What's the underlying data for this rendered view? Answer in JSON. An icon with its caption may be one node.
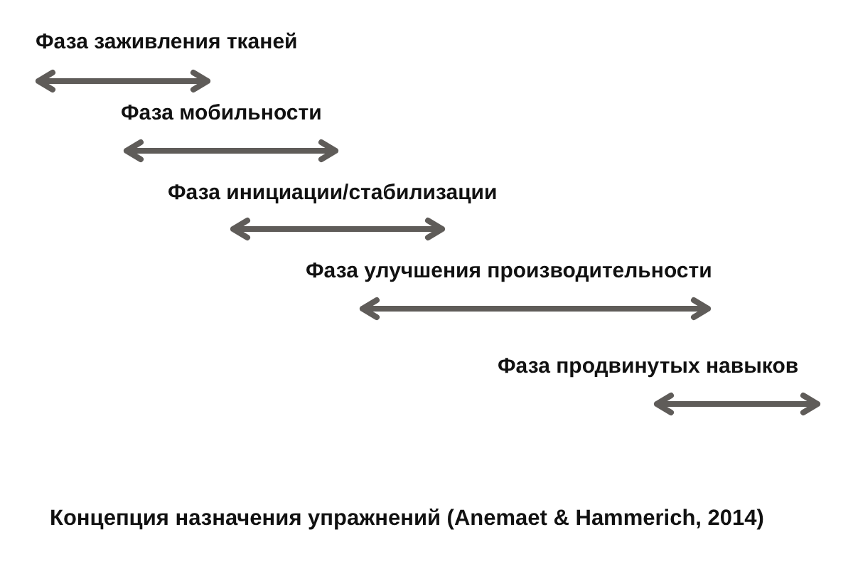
{
  "diagram": {
    "caption": "Концепция назначения упражнений (Anemaet & Hammerich, 2014)",
    "labels": [
      "Фаза заживления тканей",
      "Фаза мобильности",
      "Фаза инициации/стабилизации",
      "Фаза улучшения производительности",
      "Фаза продвинутых навыков"
    ]
  }
}
